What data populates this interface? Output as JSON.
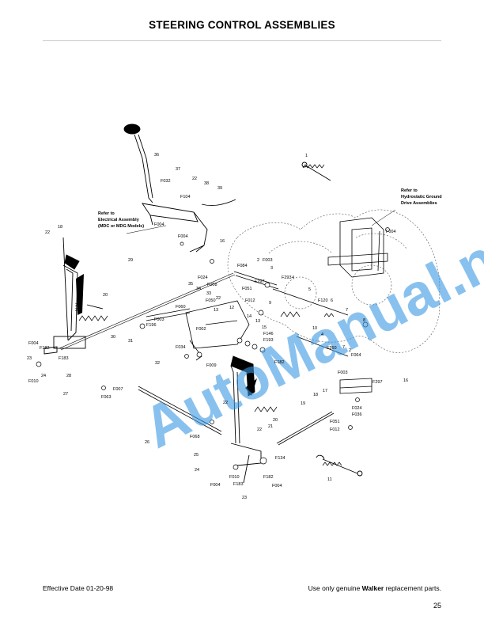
{
  "title": "STEERING CONTROL ASSEMBLIES",
  "notes": {
    "electrical_1": "Refer to",
    "electrical_2": "Electrical Assembly",
    "electrical_3": "(MDC or MDG Models)",
    "hydro_1": "Refer to",
    "hydro_2": "Hydrostatic Ground",
    "hydro_3": "Drive Assemblies"
  },
  "watermark": "AutoManual.net",
  "callouts": [
    {
      "id": "c1",
      "text": "1"
    },
    {
      "id": "c36",
      "text": "36"
    },
    {
      "id": "c37",
      "text": "37"
    },
    {
      "id": "c22a",
      "text": "22"
    },
    {
      "id": "c38",
      "text": "38"
    },
    {
      "id": "c39",
      "text": "39"
    },
    {
      "id": "cF032",
      "text": "F032"
    },
    {
      "id": "cF104a",
      "text": "F104"
    },
    {
      "id": "cF004a",
      "text": "F004"
    },
    {
      "id": "cF004b",
      "text": "F004"
    },
    {
      "id": "cF004c",
      "text": "F004"
    },
    {
      "id": "c18a",
      "text": "18"
    },
    {
      "id": "c22b",
      "text": "22"
    },
    {
      "id": "c16a",
      "text": "16"
    },
    {
      "id": "c29",
      "text": "29"
    },
    {
      "id": "c2a",
      "text": "2"
    },
    {
      "id": "cF003a",
      "text": "F003"
    },
    {
      "id": "cF084",
      "text": "F084"
    },
    {
      "id": "c3",
      "text": "3"
    },
    {
      "id": "cF024",
      "text": "F024"
    },
    {
      "id": "cF008",
      "text": "F008"
    },
    {
      "id": "cF297a",
      "text": "F297"
    },
    {
      "id": "cF293",
      "text": "F293"
    },
    {
      "id": "c4a",
      "text": "4"
    },
    {
      "id": "c35",
      "text": "35"
    },
    {
      "id": "c34",
      "text": "34"
    },
    {
      "id": "c33",
      "text": "33"
    },
    {
      "id": "c22c",
      "text": "22"
    },
    {
      "id": "cF050",
      "text": "F050"
    },
    {
      "id": "cF012a",
      "text": "F012"
    },
    {
      "id": "cF051a",
      "text": "F051"
    },
    {
      "id": "c5",
      "text": "5"
    },
    {
      "id": "cF120",
      "text": "F120"
    },
    {
      "id": "c6",
      "text": "6"
    },
    {
      "id": "c20a",
      "text": "20"
    },
    {
      "id": "c22d",
      "text": "22"
    },
    {
      "id": "c21a",
      "text": "21"
    },
    {
      "id": "cF060",
      "text": "F060"
    },
    {
      "id": "c12",
      "text": "12"
    },
    {
      "id": "c13a",
      "text": "13"
    },
    {
      "id": "c14",
      "text": "14"
    },
    {
      "id": "c13b",
      "text": "13"
    },
    {
      "id": "c9",
      "text": "9"
    },
    {
      "id": "c7",
      "text": "7"
    },
    {
      "id": "c8",
      "text": "8"
    },
    {
      "id": "cF003b",
      "text": "F003"
    },
    {
      "id": "cF196",
      "text": "F196"
    },
    {
      "id": "cF002",
      "text": "F002"
    },
    {
      "id": "c15",
      "text": "15"
    },
    {
      "id": "cF146",
      "text": "F146"
    },
    {
      "id": "cF193",
      "text": "F193"
    },
    {
      "id": "c10",
      "text": "10"
    },
    {
      "id": "cF260",
      "text": "F260"
    },
    {
      "id": "c4b",
      "text": "4"
    },
    {
      "id": "c7b",
      "text": "7"
    },
    {
      "id": "c2b",
      "text": "2"
    },
    {
      "id": "c30",
      "text": "30"
    },
    {
      "id": "c31",
      "text": "31"
    },
    {
      "id": "cF034",
      "text": "F034"
    },
    {
      "id": "c32",
      "text": "32"
    },
    {
      "id": "cF009",
      "text": "F009"
    },
    {
      "id": "cF182a",
      "text": "F182"
    },
    {
      "id": "cF004d",
      "text": "F004"
    },
    {
      "id": "cF182b",
      "text": "F182"
    },
    {
      "id": "c23a",
      "text": "23"
    },
    {
      "id": "c24a",
      "text": "24"
    },
    {
      "id": "c28",
      "text": "28"
    },
    {
      "id": "cF183a",
      "text": "F183"
    },
    {
      "id": "cF010a",
      "text": "F010"
    },
    {
      "id": "cF007",
      "text": "F007"
    },
    {
      "id": "c27",
      "text": "27"
    },
    {
      "id": "cF063",
      "text": "F063"
    },
    {
      "id": "cF003c",
      "text": "F003"
    },
    {
      "id": "cF064",
      "text": "F064"
    },
    {
      "id": "c17",
      "text": "17"
    },
    {
      "id": "cF297b",
      "text": "F297"
    },
    {
      "id": "c16b",
      "text": "16"
    },
    {
      "id": "c18b",
      "text": "18"
    },
    {
      "id": "c22e",
      "text": "22"
    },
    {
      "id": "c19",
      "text": "19"
    },
    {
      "id": "c20b",
      "text": "20"
    },
    {
      "id": "c21b",
      "text": "21"
    },
    {
      "id": "c22f",
      "text": "22"
    },
    {
      "id": "cF024b",
      "text": "F024"
    },
    {
      "id": "cF036",
      "text": "F036"
    },
    {
      "id": "cF051b",
      "text": "F051"
    },
    {
      "id": "cF012b",
      "text": "F012"
    },
    {
      "id": "c26",
      "text": "26"
    },
    {
      "id": "cF068",
      "text": "F068"
    },
    {
      "id": "c25",
      "text": "25"
    },
    {
      "id": "cF134",
      "text": "F134"
    },
    {
      "id": "c24b",
      "text": "24"
    },
    {
      "id": "cF010b",
      "text": "F010"
    },
    {
      "id": "cF183b",
      "text": "F183"
    },
    {
      "id": "cF182c",
      "text": "F182"
    },
    {
      "id": "cF004e",
      "text": "F004"
    },
    {
      "id": "c23b",
      "text": "23"
    },
    {
      "id": "c11",
      "text": "11"
    },
    {
      "id": "cF004f",
      "text": "F004"
    }
  ],
  "footer": {
    "effective": "Effective Date 01-20-98",
    "replacement_pre": "Use only genuine ",
    "replacement_brand": "Walker",
    "replacement_post": " replacement parts.",
    "page_number": "25"
  }
}
